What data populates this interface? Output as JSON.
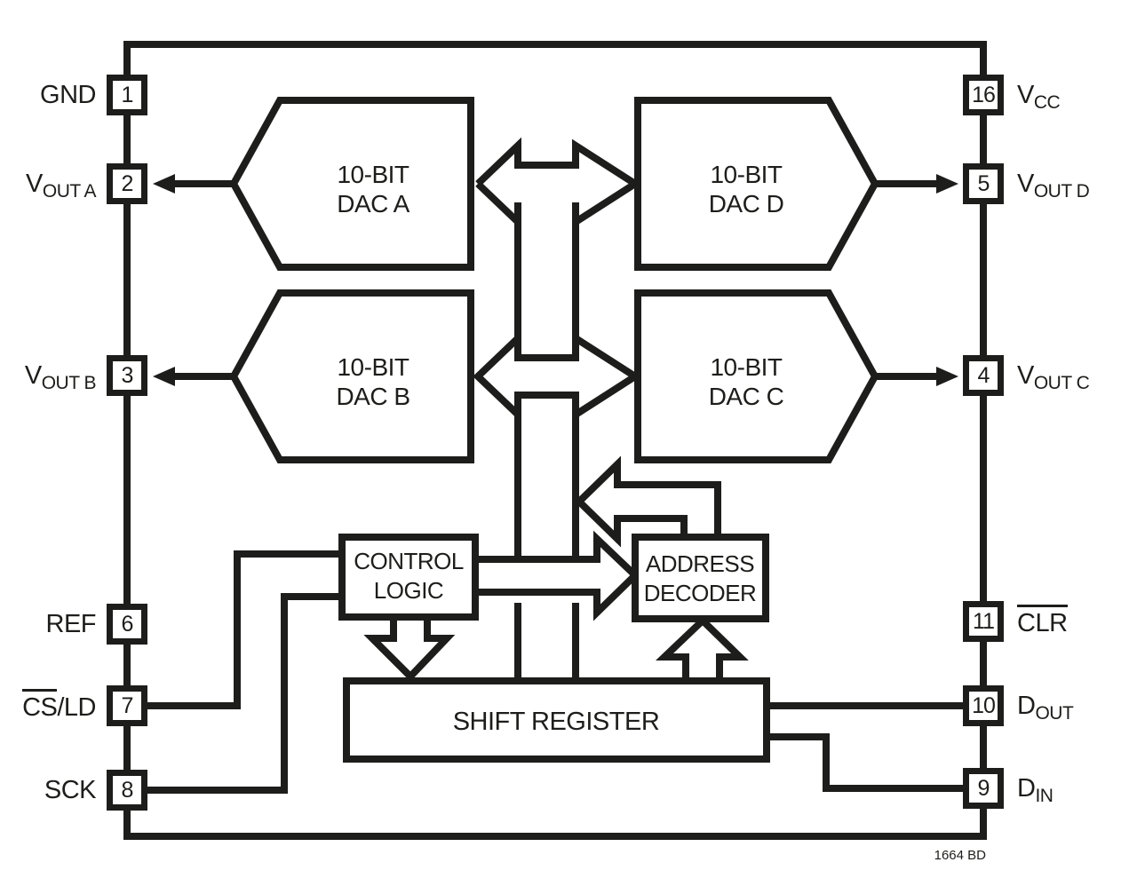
{
  "figure": {
    "caption": "1664 BD",
    "ink_color": "#1d1d1b",
    "background": "#ffffff"
  },
  "pins": {
    "left": [
      {
        "num": "1",
        "label": {
          "main": "GND"
        }
      },
      {
        "num": "2",
        "label": {
          "main": "V",
          "sub": "OUT A"
        }
      },
      {
        "num": "3",
        "label": {
          "main": "V",
          "sub": "OUT B"
        }
      },
      {
        "num": "6",
        "label": {
          "main": "REF"
        }
      },
      {
        "num": "7",
        "label": {
          "over": "CS",
          "main": "/LD"
        }
      },
      {
        "num": "8",
        "label": {
          "main": "SCK"
        }
      }
    ],
    "right": [
      {
        "num": "16",
        "label": {
          "main": "V",
          "sub": "CC"
        }
      },
      {
        "num": "5",
        "label": {
          "main": "V",
          "sub": "OUT D"
        }
      },
      {
        "num": "4",
        "label": {
          "main": "V",
          "sub": "OUT C"
        }
      },
      {
        "num": "11",
        "label": {
          "over": "CLR"
        }
      },
      {
        "num": "10",
        "label": {
          "main": "D",
          "sub": "OUT"
        }
      },
      {
        "num": "9",
        "label": {
          "main": "D",
          "sub": "IN"
        }
      }
    ]
  },
  "blocks": {
    "dac_a": {
      "line1": "10-BIT",
      "line2": "DAC A"
    },
    "dac_b": {
      "line1": "10-BIT",
      "line2": "DAC B"
    },
    "dac_c": {
      "line1": "10-BIT",
      "line2": "DAC C"
    },
    "dac_d": {
      "line1": "10-BIT",
      "line2": "DAC D"
    },
    "control_logic": {
      "line1": "CONTROL",
      "line2": "LOGIC"
    },
    "address_decoder": {
      "line1": "ADDRESS",
      "line2": "DECODER"
    },
    "shift_register": {
      "label": "SHIFT REGISTER"
    }
  }
}
